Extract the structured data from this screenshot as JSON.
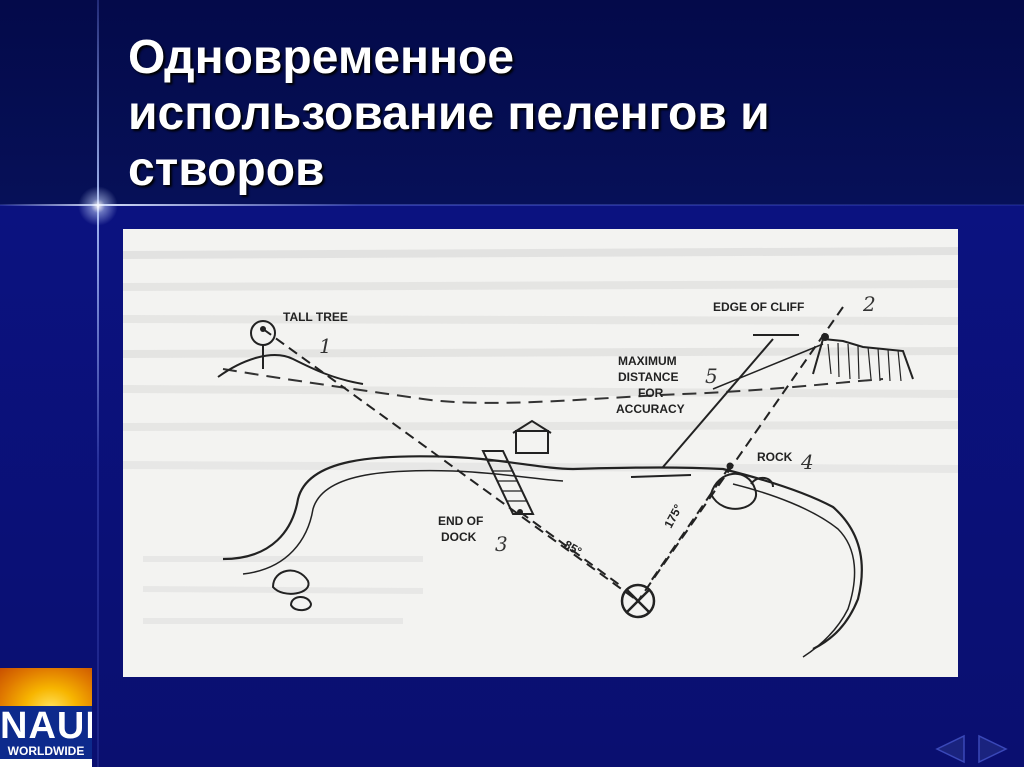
{
  "slide": {
    "title_lines": [
      "Одновременное",
      "использование пеленгов и",
      "створов"
    ]
  },
  "figure": {
    "labels": {
      "tall_tree": "TALL TREE",
      "edge_of_cliff": "EDGE OF CLIFF",
      "max_distance_1": "MAXIMUM",
      "max_distance_2": "DISTANCE",
      "max_distance_3": "FOR",
      "max_distance_4": "ACCURACY",
      "rock": "ROCK",
      "end_of_dock_1": "END OF",
      "end_of_dock_2": "DOCK",
      "bearing_85": "85°",
      "bearing_175": "175°"
    },
    "handwritten_numbers": {
      "n1": "1",
      "n2": "2",
      "n3": "3",
      "n4": "4",
      "n5": "5"
    }
  },
  "logo": {
    "name": "NAUI",
    "sub": "WORLDWIDE"
  },
  "nav": {
    "prev_icon": "triangle-left-icon",
    "next_icon": "triangle-right-icon"
  },
  "colors": {
    "background": "#0a0f6e",
    "title": "#ffffff",
    "figure_bg": "#f3f3f1",
    "logo_blue": "#0d2a8c"
  }
}
